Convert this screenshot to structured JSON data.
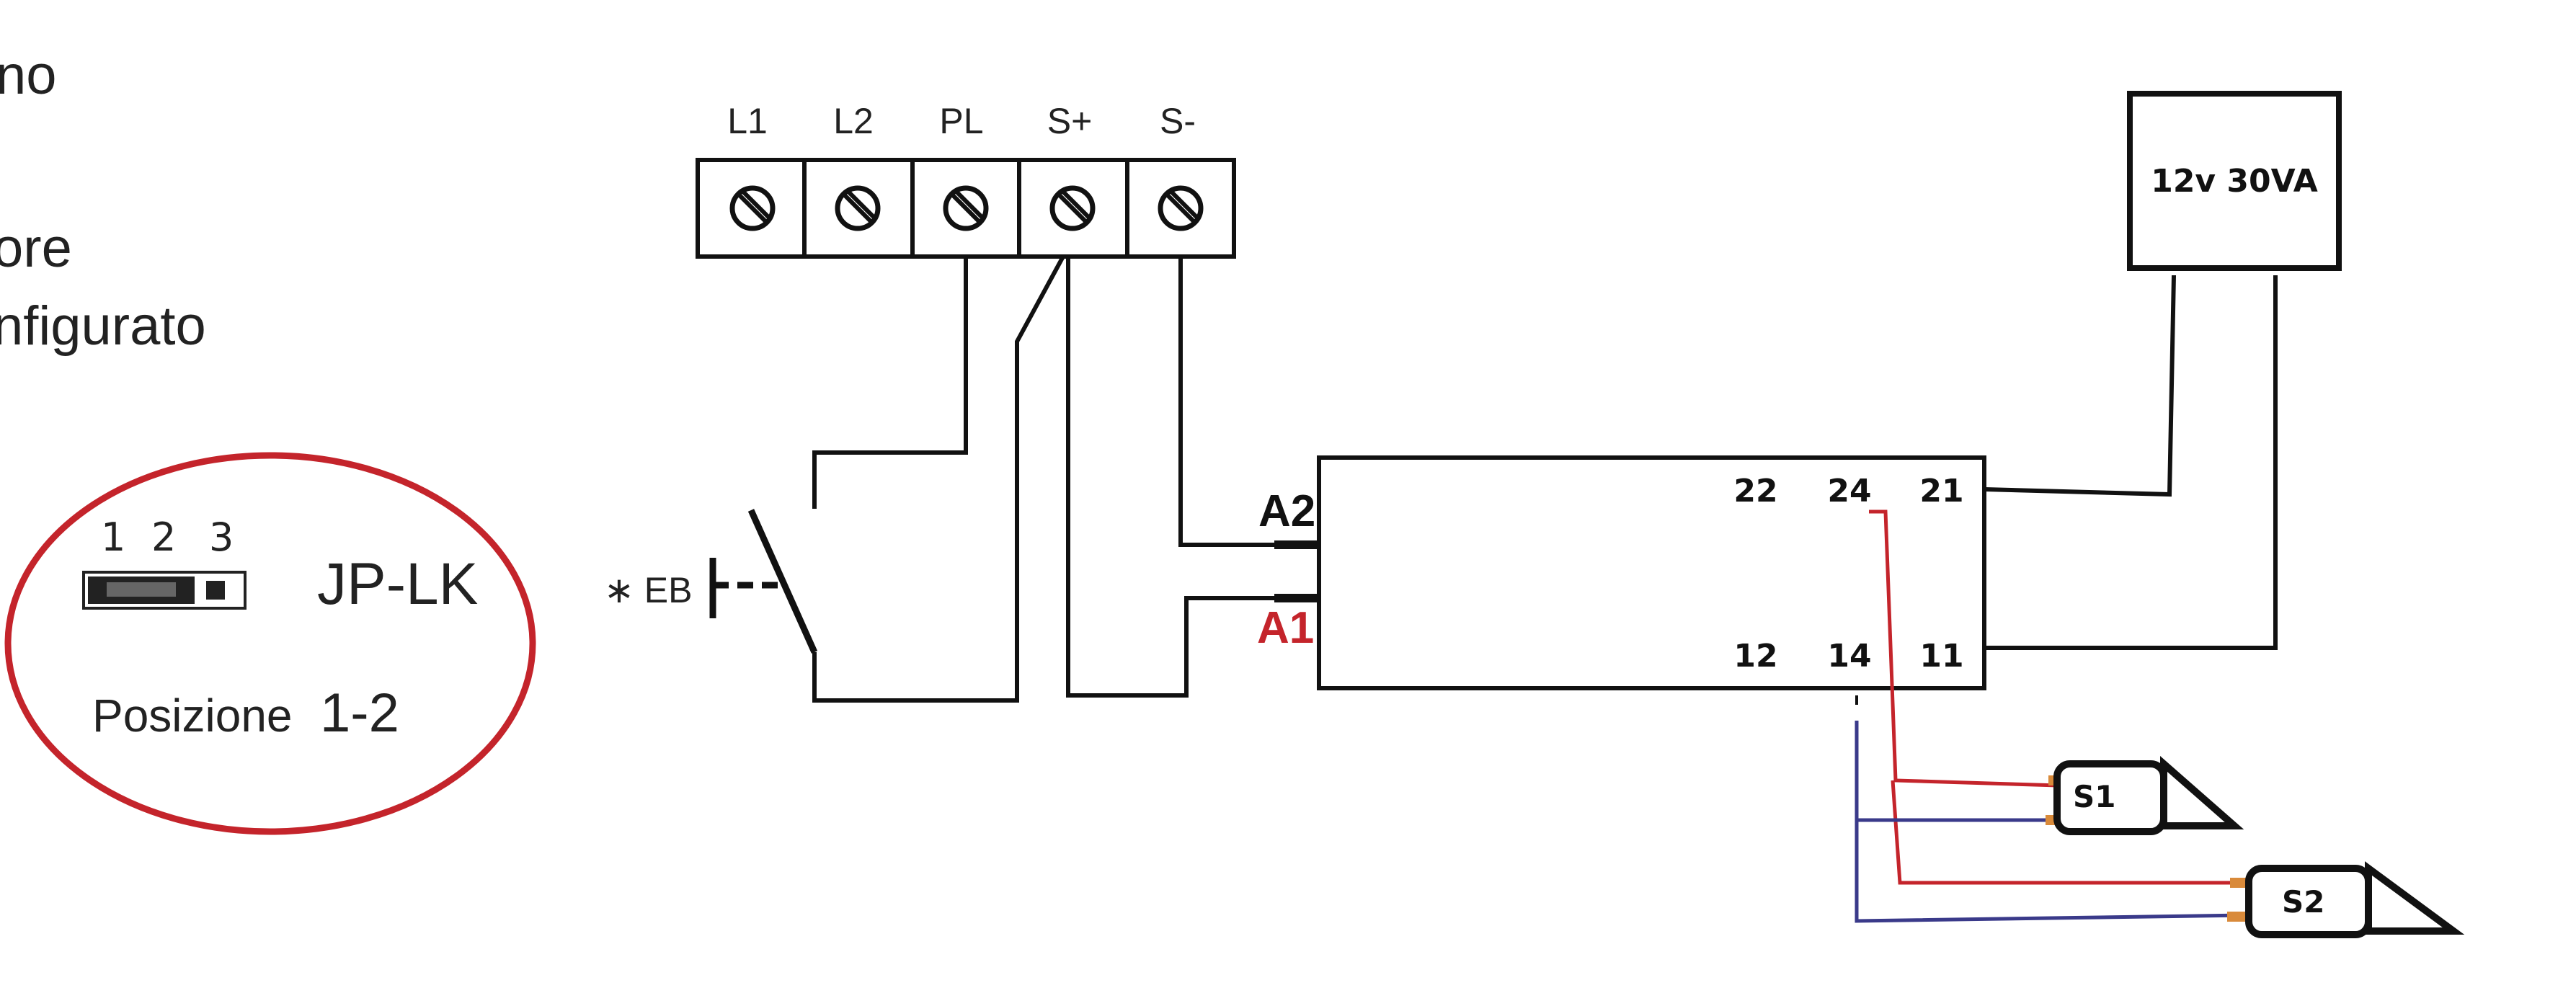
{
  "left_text": {
    "line1": "no",
    "line2": "ore",
    "line3": "nfigurato"
  },
  "jumper": {
    "pins": [
      "1",
      "2",
      "3"
    ],
    "name": "JP-LK",
    "position_label": "Posizione",
    "position_value": "1-2",
    "highlight_color": "#c4242b"
  },
  "terminal_block": {
    "labels": [
      "L1",
      "L2",
      "PL",
      "S+",
      "S-"
    ],
    "screw_icon": "screw-icon"
  },
  "switch": {
    "label": "∗ EB"
  },
  "relay": {
    "coil_a2": "A2",
    "coil_a1": "A1",
    "a1_color": "#c4242b",
    "top_contacts": [
      "22",
      "24",
      "21"
    ],
    "bottom_contacts": [
      "12",
      "14",
      "11"
    ]
  },
  "transformer": {
    "label": "12v 30VA"
  },
  "sensors": [
    {
      "label": "S1"
    },
    {
      "label": "S2"
    }
  ],
  "wire_colors": {
    "black": "#111111",
    "red": "#c4242b",
    "blue": "#3a3a8a",
    "orange": "#d98a3a"
  }
}
